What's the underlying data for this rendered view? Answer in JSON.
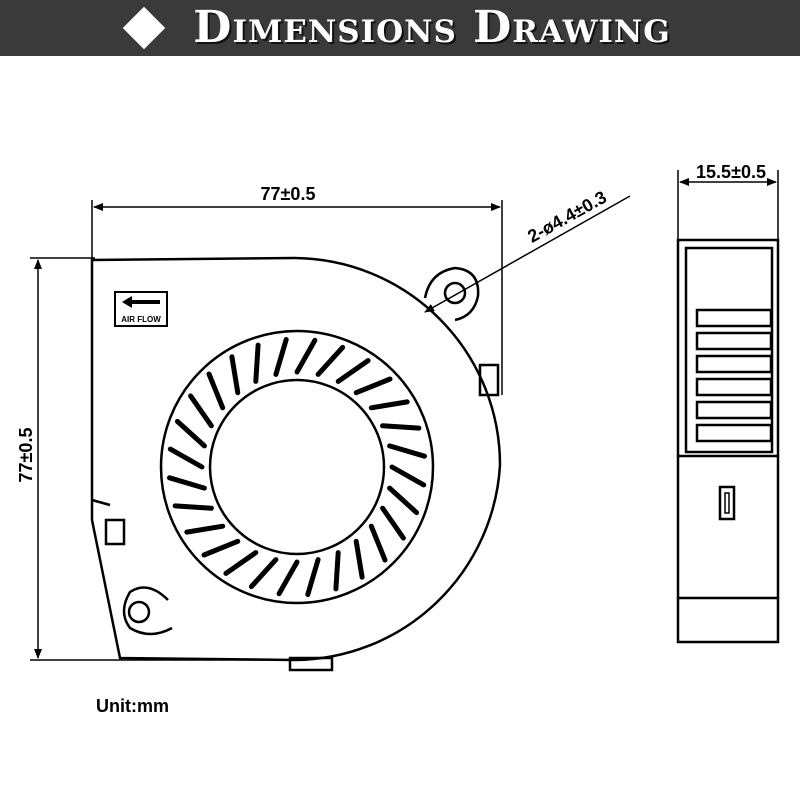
{
  "banner": {
    "title": "Dimensions Drawing",
    "background_color": "#3a3a3a",
    "icon": "diamond-icon"
  },
  "front_view": {
    "width_label": "77±0.5",
    "height_label": "77±0.5",
    "hole_label": "2-ø4.4±0.3",
    "airflow_label": "AIR FLOW"
  },
  "side_view": {
    "thickness_label": "15.5±0.5"
  },
  "unit_label": "Unit:mm"
}
